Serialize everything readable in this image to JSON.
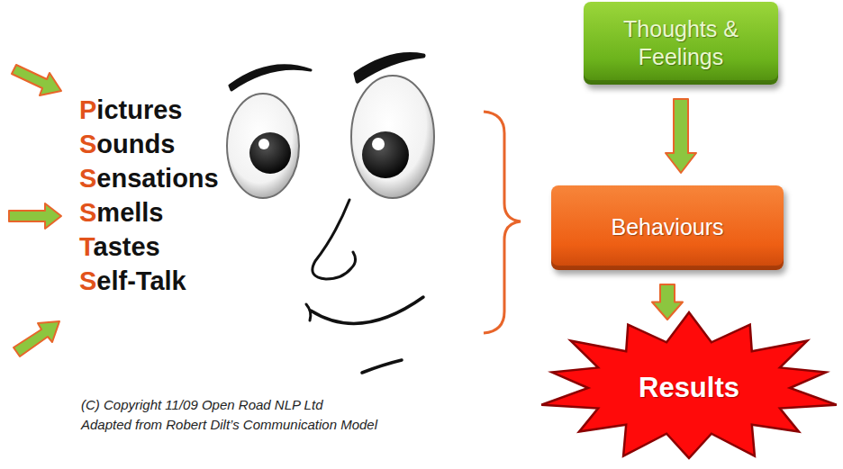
{
  "diagram": {
    "nodes": [
      {
        "text": [
          "Thoughts & Feelings"
        ]
      },
      {
        "text": [
          "Behaviours"
        ]
      },
      {
        "text": [
          "Results"
        ]
      }
    ],
    "edges": [
      {
        "from": 0,
        "to": 1,
        "arrow": "to"
      },
      {
        "from": 1,
        "to": 2,
        "arrow": "to"
      }
    ],
    "labels": [
      "Pictures",
      "Sounds",
      "Sensations",
      "Smells",
      "Tastes",
      "Self-Talk",
      "(C) Copyright 11/09 Open Road NLP Ltd",
      "Adapted from Robert Dilt’s Communication Model"
    ]
  }
}
